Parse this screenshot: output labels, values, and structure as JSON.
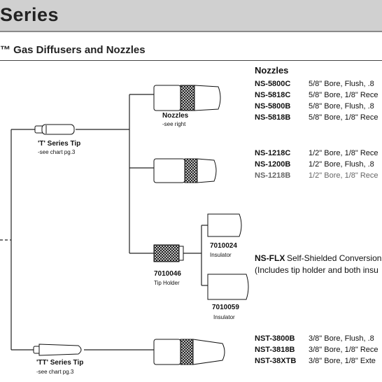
{
  "header": {
    "title": "Series"
  },
  "subtitle": "™ Gas Diffusers and Nozzles",
  "nozzles_heading": "Nozzles",
  "groups": [
    {
      "rows": [
        {
          "code": "NS-5800C",
          "desc": "5/8\" Bore, Flush, .8"
        },
        {
          "code": "NS-5818C",
          "desc": "5/8\" Bore, 1/8\" Rece"
        },
        {
          "code": "NS-5800B",
          "desc": "5/8\" Bore, Flush, .8"
        },
        {
          "code": "NS-5818B",
          "desc": "5/8\" Bore, 1/8\" Rece"
        }
      ]
    },
    {
      "rows": [
        {
          "code": "NS-1218C",
          "desc": "1/2\" Bore, 1/8\" Rece"
        },
        {
          "code": "NS-1200B",
          "desc": "1/2\" Bore, Flush, .8"
        },
        {
          "code": "NS-1218B",
          "desc": "1/2\" Bore, 1/8\" Rece"
        }
      ]
    },
    {
      "rows": [
        {
          "code": "NST-3800B",
          "desc": "3/8\" Bore, Flush, .8"
        },
        {
          "code": "NST-3818B",
          "desc": "3/8\" Bore, 1/8\" Rece"
        },
        {
          "code": "NST-38XTB",
          "desc": "3/8\" Bore, 1/8\" Exte"
        }
      ]
    }
  ],
  "flx": {
    "code": "NS-FLX",
    "desc": "Self-Shielded Conversion",
    "note": "(Includes tip holder and both insu"
  },
  "labels": {
    "t_tip": "'T' Series Tip",
    "t_tip_sub": "-see chart pg.3",
    "tt_tip": "'TT' Series Tip",
    "tt_tip_sub": "-see chart pg.3",
    "nozzles": "Nozzles",
    "nozzles_sub": "-see right",
    "part_7010024": "7010024",
    "insulator_1": "Insulator",
    "part_7010046": "7010046",
    "tip_holder": "Tip Holder",
    "part_7010059": "7010059",
    "insulator_2": "Insulator"
  }
}
